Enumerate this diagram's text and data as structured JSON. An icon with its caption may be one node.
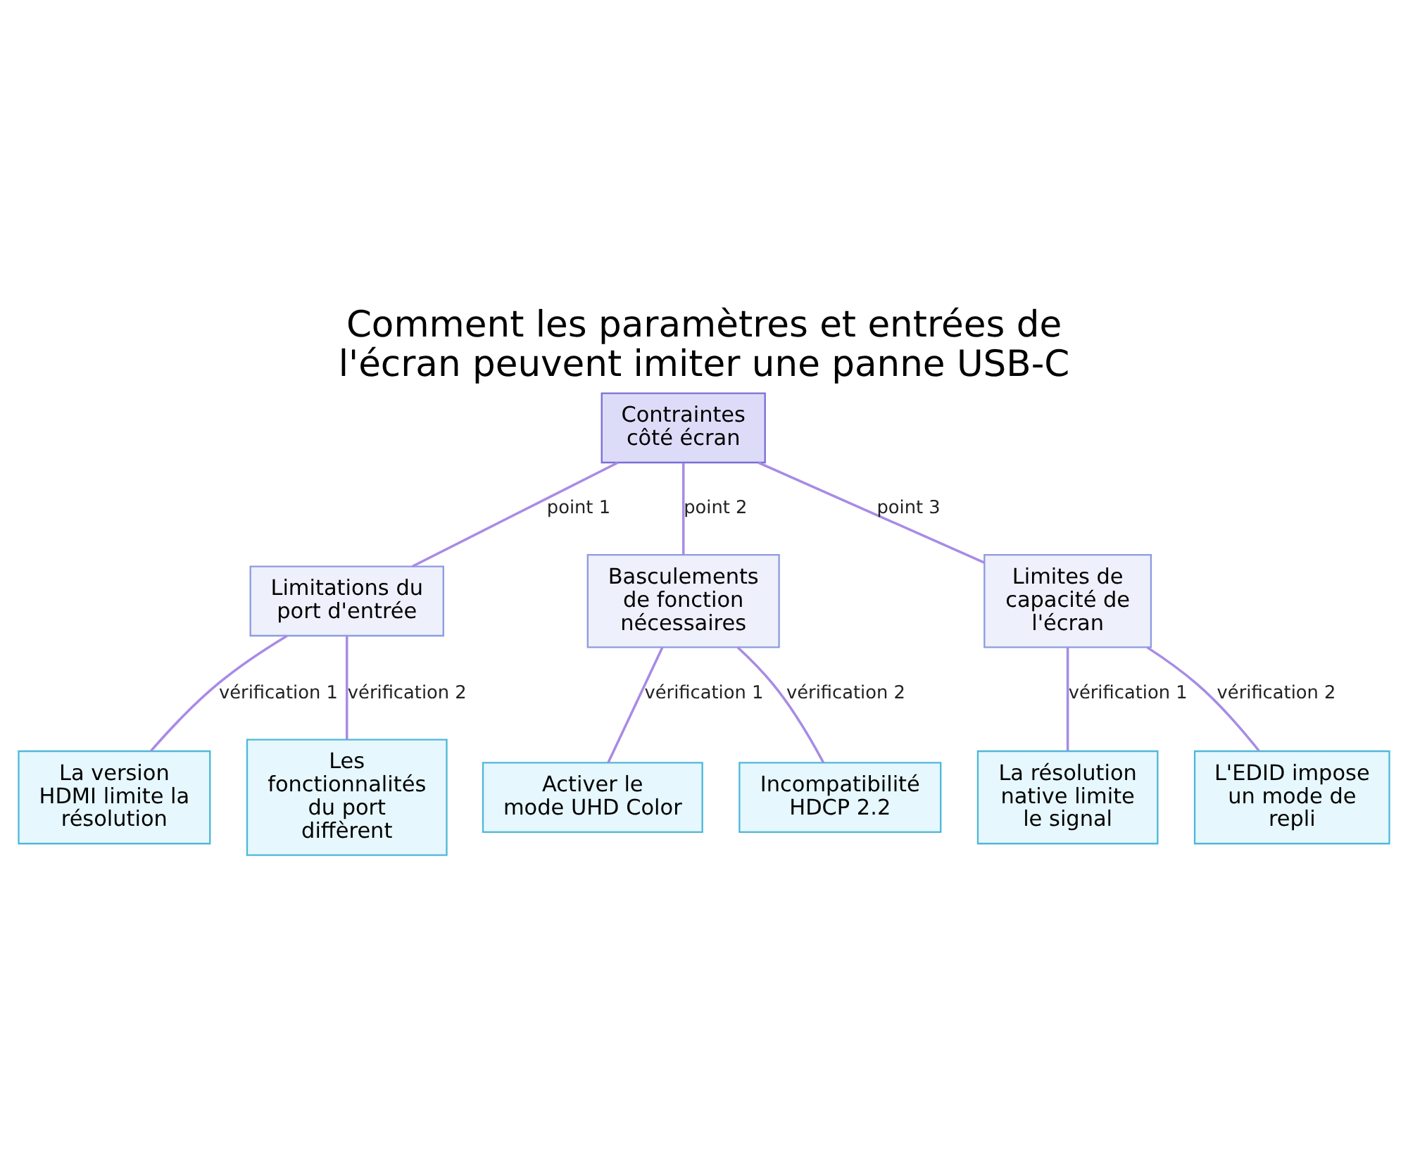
{
  "diagram": {
    "title": "Comment les paramètres et entrées de l'écran peuvent imiter une panne USB-C",
    "nodes": [
      {
        "text": [
          "Contraintes côté écran"
        ]
      },
      {
        "text": [
          "Limitations du port d'entrée"
        ]
      },
      {
        "text": [
          "Basculements de fonction nécessaires"
        ]
      },
      {
        "text": [
          "Limites de capacité de l'écran"
        ]
      },
      {
        "text": [
          "La version HDMI limite la résolution"
        ]
      },
      {
        "text": [
          "Les fonctionnalités du port diffèrent"
        ]
      },
      {
        "text": [
          "Activer le mode UHD Color"
        ]
      },
      {
        "text": [
          "Incompatibilité HDCP 2.2"
        ]
      },
      {
        "text": [
          "La résolution native limite le signal"
        ]
      },
      {
        "text": [
          "L'EDID impose un mode de repli"
        ]
      }
    ],
    "edges": [
      {
        "from": 0,
        "to": 1,
        "arrow": "none",
        "label": "point 1"
      },
      {
        "from": 0,
        "to": 2,
        "arrow": "none",
        "label": "point 2"
      },
      {
        "from": 0,
        "to": 3,
        "arrow": "none",
        "label": "point 3"
      },
      {
        "from": 1,
        "to": 4,
        "arrow": "none",
        "label": "vérification 1"
      },
      {
        "from": 1,
        "to": 5,
        "arrow": "none",
        "label": "vérification 2"
      },
      {
        "from": 2,
        "to": 6,
        "arrow": "none",
        "label": "vérification 1"
      },
      {
        "from": 2,
        "to": 7,
        "arrow": "none",
        "label": "vérification 2"
      },
      {
        "from": 3,
        "to": 8,
        "arrow": "none",
        "label": "vérification 1"
      },
      {
        "from": 3,
        "to": 9,
        "arrow": "none",
        "label": "vérification 2"
      }
    ]
  }
}
